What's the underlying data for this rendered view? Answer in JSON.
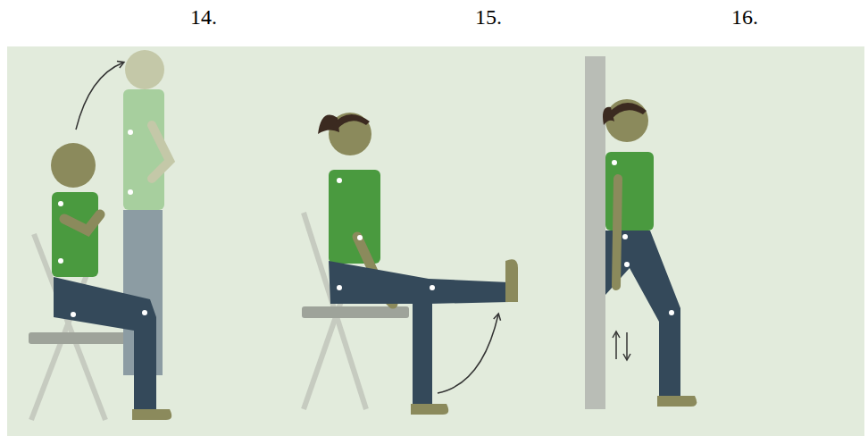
{
  "diagram": {
    "labels": [
      "14.",
      "15.",
      "16."
    ]
  }
}
